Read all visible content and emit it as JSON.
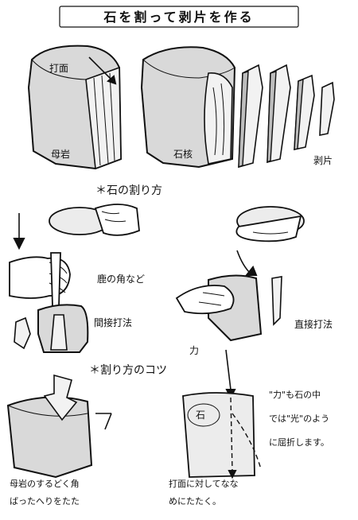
{
  "title": "石を割って剥片を作る",
  "top_labels": {
    "strike_face": "打面",
    "mother_rock": "母岩",
    "core": "石核",
    "flake": "剥片"
  },
  "section_split": {
    "heading": "＊石の割り方",
    "antler_label": "鹿の角など",
    "indirect": "間接打法",
    "direct": "直接打法"
  },
  "section_tips": {
    "heading": "＊割り方のコツ",
    "force_label": "力",
    "stone_label": "石",
    "note_right": [
      "\"力\"も石の中",
      "では\"光\"のよう",
      "に屈折します。"
    ],
    "caption_left": [
      "母岩のするどく角",
      "ばったへりをたた"
    ],
    "caption_right": [
      "打面に対してなな",
      "めにたたく。"
    ]
  }
}
